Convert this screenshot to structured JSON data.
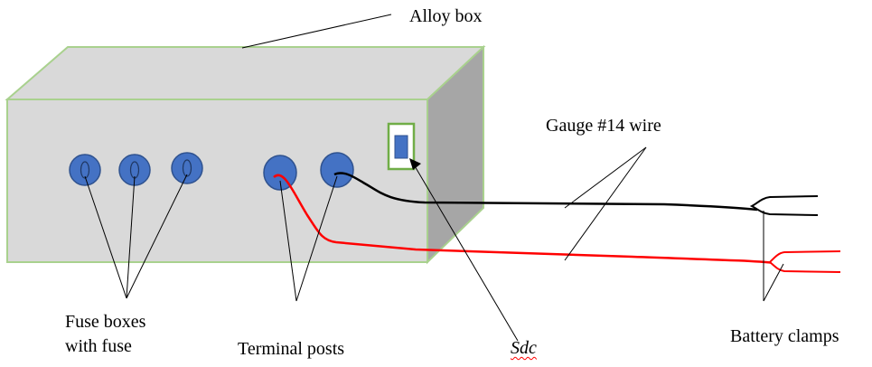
{
  "labels": {
    "alloy_box": "Alloy box",
    "gauge_wire": "Gauge #14 wire",
    "fuse_line1": "Fuse boxes",
    "fuse_line2": "with fuse",
    "terminal_posts": "Terminal posts",
    "sdc": "Sdc",
    "battery_clamps": "Battery clamps"
  },
  "colors": {
    "box_front": "#d9d9d9",
    "box_top": "#d9d9d9",
    "box_side": "#a6a6a6",
    "box_outline": "#a9d18e",
    "component_fill": "#4472c4",
    "component_stroke": "#2f528f",
    "switch_outline": "#70ad47",
    "wire_black": "#000000",
    "wire_red": "#ff0000"
  }
}
